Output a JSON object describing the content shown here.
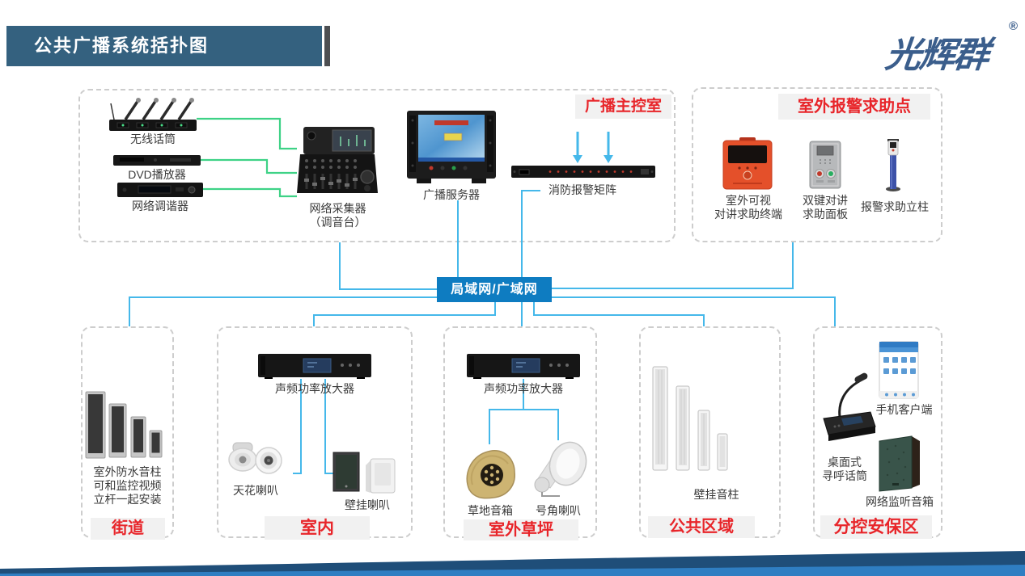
{
  "header": {
    "title": "公共广播系统括扑图"
  },
  "logo": {
    "text": "光辉群",
    "registered": "®"
  },
  "control_room": {
    "label": "广播主控室",
    "devices": {
      "wireless_mic": "无线话筒",
      "dvd_player": "DVD播放器",
      "tuner": "网络调谐器",
      "collector_line1": "网络采集器",
      "collector_line2": "（调音台）",
      "server": "广播服务器",
      "fire_matrix": "消防报警矩阵"
    }
  },
  "help_point": {
    "label": "室外报警求助点",
    "devices": {
      "visual_terminal_line1": "室外可视",
      "visual_terminal_line2": "对讲求助终端",
      "panel_line1": "双键对讲",
      "panel_line2": "求助面板",
      "pillar": "报警求助立柱"
    }
  },
  "network": {
    "label": "局域网/广域网"
  },
  "zones": {
    "street": {
      "label": "街道",
      "note_line1": "室外防水音柱",
      "note_line2": "可和监控视频",
      "note_line3": "立杆一起安装"
    },
    "indoor": {
      "label": "室内",
      "amp": "声频功率放大器",
      "ceiling_speaker": "天花喇叭",
      "wall_speaker": "壁挂喇叭"
    },
    "lawn": {
      "label": "室外草坪",
      "amp": "声频功率放大器",
      "lawn_speaker": "草地音箱",
      "horn_speaker": "号角喇叭"
    },
    "public": {
      "label": "公共区域",
      "column_speaker": "壁挂音柱"
    },
    "security": {
      "label": "分控安保区",
      "phone_client": "手机客户端",
      "paging_mic_line1": "桌面式",
      "paging_mic_line2": "寻呼话筒",
      "monitor_speaker": "网络监听音箱"
    }
  },
  "colors": {
    "header_bar": "#34617f",
    "label_red": "#e8252a",
    "accent_blue": "#0e7cc1",
    "line_cyan": "#45b8ea",
    "line_green": "#3ed286",
    "logo_blue": "#3b5e8c"
  }
}
